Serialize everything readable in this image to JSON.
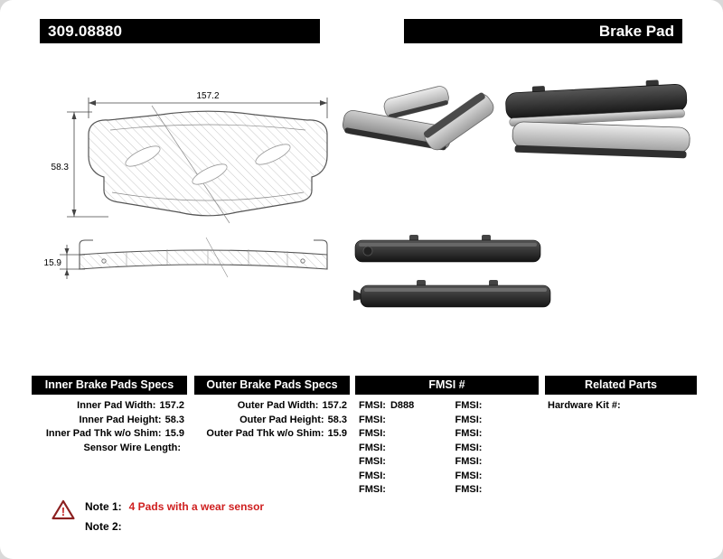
{
  "header": {
    "part_number": "309.08880",
    "product_type": "Brake Pad"
  },
  "drawing": {
    "width_dim": "157.2",
    "height_dim": "58.3",
    "thickness_dim": "15.9"
  },
  "tables": {
    "inner": {
      "title": "Inner Brake Pads Specs",
      "rows": [
        {
          "label": "Inner Pad Width:",
          "value": "157.2"
        },
        {
          "label": "Inner Pad Height:",
          "value": "58.3"
        },
        {
          "label": "Inner Pad Thk w/o Shim:",
          "value": "15.9"
        },
        {
          "label": "Sensor Wire Length:",
          "value": ""
        }
      ]
    },
    "outer": {
      "title": "Outer Brake Pads Specs",
      "rows": [
        {
          "label": "Outer Pad Width:",
          "value": "157.2"
        },
        {
          "label": "Outer Pad Height:",
          "value": "58.3"
        },
        {
          "label": "Outer Pad Thk w/o Shim:",
          "value": "15.9"
        }
      ]
    },
    "fmsi": {
      "title": "FMSI #",
      "rows": [
        {
          "l_label": "FMSI:",
          "l_value": "D888",
          "r_label": "FMSI:",
          "r_value": ""
        },
        {
          "l_label": "FMSI:",
          "l_value": "",
          "r_label": "FMSI:",
          "r_value": ""
        },
        {
          "l_label": "FMSI:",
          "l_value": "",
          "r_label": "FMSI:",
          "r_value": ""
        },
        {
          "l_label": "FMSI:",
          "l_value": "",
          "r_label": "FMSI:",
          "r_value": ""
        },
        {
          "l_label": "FMSI:",
          "l_value": "",
          "r_label": "FMSI:",
          "r_value": ""
        },
        {
          "l_label": "FMSI:",
          "l_value": "",
          "r_label": "FMSI:",
          "r_value": ""
        },
        {
          "l_label": "FMSI:",
          "l_value": "",
          "r_label": "FMSI:",
          "r_value": ""
        }
      ]
    },
    "related": {
      "title": "Related Parts",
      "rows": [
        {
          "label": "Hardware Kit #:",
          "value": ""
        }
      ]
    }
  },
  "notes": {
    "note1_label": "Note 1:",
    "note1_text": "4 Pads with a wear sensor",
    "note2_label": "Note 2:",
    "note2_text": ""
  }
}
